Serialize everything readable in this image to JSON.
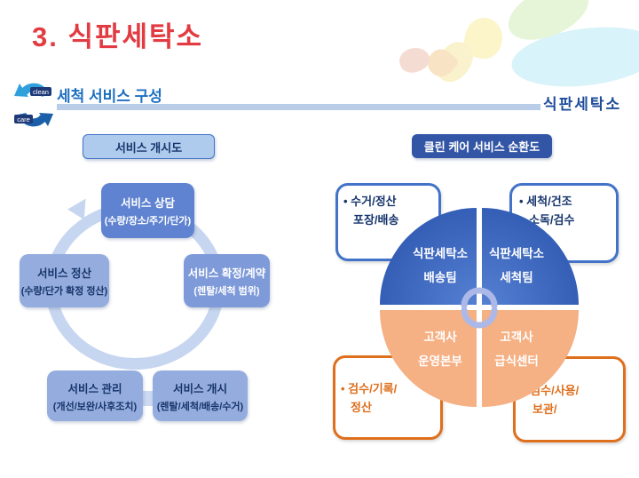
{
  "slide": {
    "title": "3. 식판세탁소",
    "section_header": "세척 서비스 구성",
    "brand_label": "식판세탁소",
    "logo": {
      "top_badge": "clean",
      "bottom_badge": "care"
    }
  },
  "left_panel": {
    "heading": "서비스 개시도",
    "cycle": [
      {
        "title": "서비스 상담",
        "detail": "(수량/장소/주기/단가)"
      },
      {
        "title": "서비스 확정/계약",
        "detail": "(렌탈/세척 범위)"
      },
      {
        "title": "서비스 개시",
        "detail": "(렌탈/세척/배송/수거)"
      },
      {
        "title": "서비스 관리",
        "detail": "(개선/보완/사후조치)"
      },
      {
        "title": "서비스 정산",
        "detail": "(수량/단가 확정 정산)"
      }
    ]
  },
  "right_panel": {
    "heading": "클린 케어 서비스 순환도",
    "quadrants": {
      "top_left": "식판세탁소\n배송팀",
      "top_right": "식판세탁소\n세척팀",
      "bottom_left": "고객사\n운영본부",
      "bottom_right": "고객사\n급식센터"
    },
    "callouts": {
      "top_left": "• 수거/정산\n포장/배송",
      "top_right": "• 세척/건조\n소독/검수",
      "bottom_left": "• 검수/기록/\n정산",
      "bottom_right": "• 검수/사용/\n보관/"
    }
  },
  "colors": {
    "title_red": "#e23b42",
    "header_blue": "#1e6fc0",
    "brand_navy": "#1f4e9b",
    "rule_blue": "#b9cde8",
    "pill_dark_blue": "#3355a6",
    "pill_light_blue": "#aecbee",
    "cycle_box_dark": "#5f83d0",
    "cycle_box_light": "#95adde",
    "ring_blue": "#c7d6f0",
    "quadrant_blue": "#2c55ae",
    "quadrant_orange": "#f5b084",
    "callout_blue_border": "#4273c8",
    "callout_orange_border": "#de6f1c"
  }
}
